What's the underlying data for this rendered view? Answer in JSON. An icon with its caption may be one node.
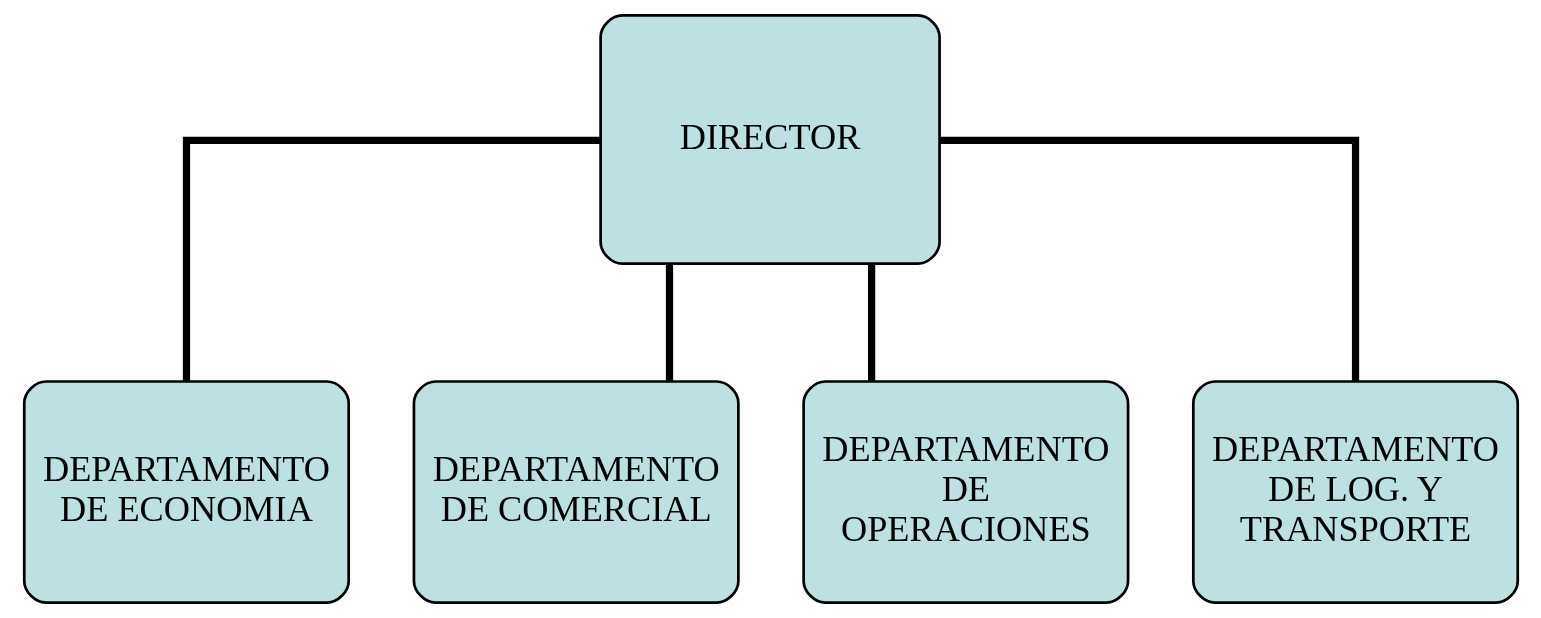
{
  "diagram": {
    "nodes": [
      {
        "text": [
          "DIRECTOR"
        ]
      },
      {
        "text": [
          "DEPARTAMENTO DE ECONOMIA"
        ]
      },
      {
        "text": [
          "DEPARTAMENTO DE COMERCIAL"
        ]
      },
      {
        "text": [
          "DEPARTAMENTO DE OPERACIONES"
        ]
      },
      {
        "text": [
          "DEPARTAMENTO DE LOG. Y TRANSPORTE"
        ]
      }
    ],
    "edges": [
      {
        "from": 0,
        "to": 1,
        "arrow": "none"
      },
      {
        "from": 0,
        "to": 2,
        "arrow": "none"
      },
      {
        "from": 0,
        "to": 3,
        "arrow": "none"
      },
      {
        "from": 0,
        "to": 4,
        "arrow": "none"
      }
    ]
  }
}
